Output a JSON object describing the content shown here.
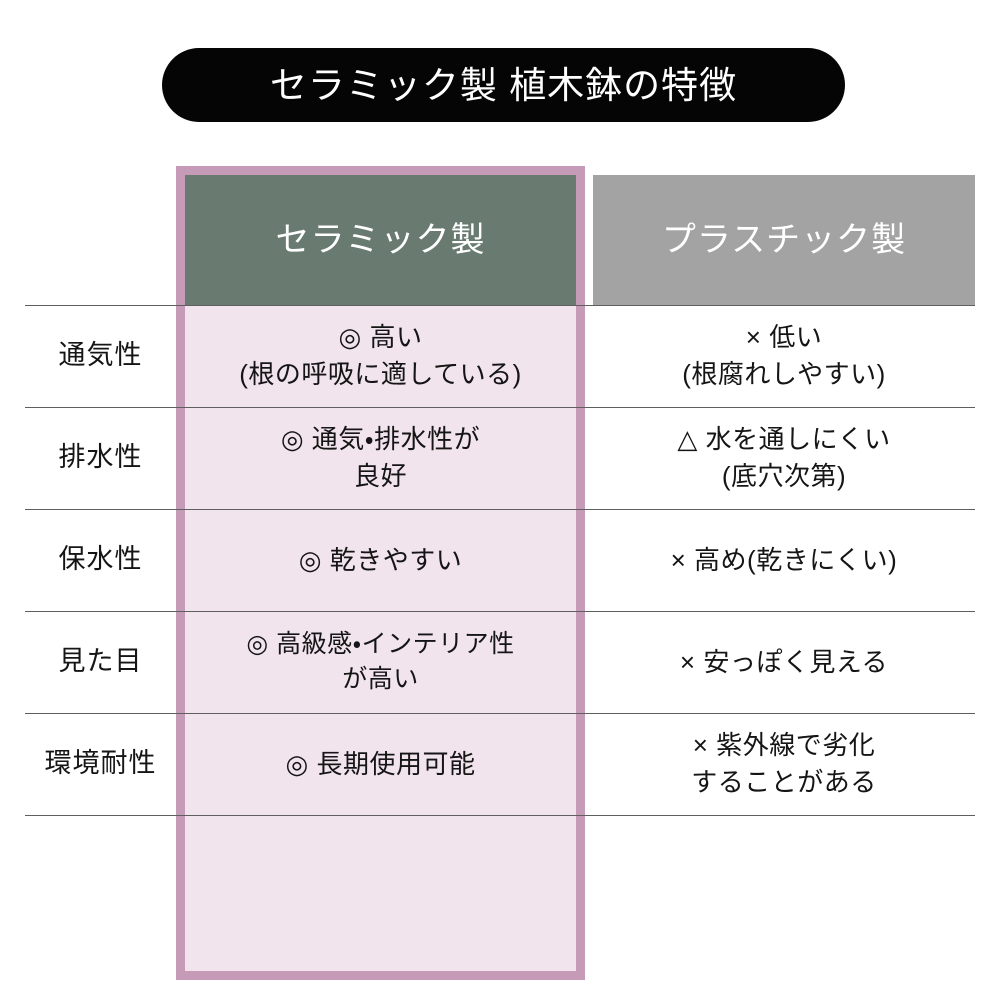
{
  "title": "セラミック製 植木鉢の特徴",
  "colors": {
    "title_pill_bg": "#050505",
    "title_text": "#ffffff",
    "highlight_border": "#c59bb7",
    "ceramic_header_bg": "#697a71",
    "plastic_header_bg": "#a3a3a3",
    "ceramic_cell_bg": "#f1e4ec",
    "row_line": "#5f5f5f",
    "text": "#151515"
  },
  "table": {
    "columns": [
      {
        "key": "attribute",
        "label": ""
      },
      {
        "key": "ceramic",
        "label": "セラミック製",
        "highlighted": true
      },
      {
        "key": "plastic",
        "label": "プラスチック製",
        "highlighted": false
      }
    ],
    "rows": [
      {
        "label": "通気性",
        "ceramic": {
          "mark": "◎",
          "lines": [
            "◎ 高い",
            "(根の呼吸に適している)"
          ]
        },
        "plastic": {
          "mark": "×",
          "lines": [
            "× 低い",
            "(根腐れしやすい)"
          ]
        }
      },
      {
        "label": "排水性",
        "ceramic": {
          "mark": "◎",
          "lines": [
            "◎ 通気・排水性が",
            "良好"
          ]
        },
        "plastic": {
          "mark": "△",
          "lines": [
            "△ 水を通しにくい",
            "(底穴次第)"
          ]
        }
      },
      {
        "label": "保水性",
        "ceramic": {
          "mark": "◎",
          "lines": [
            "◎ 乾きやすい"
          ]
        },
        "plastic": {
          "mark": "×",
          "lines": [
            "× 高め(乾きにくい)"
          ]
        }
      },
      {
        "label": "見た目",
        "ceramic": {
          "mark": "◎",
          "lines": [
            "◎ 高級感・インテリア性",
            "が高い"
          ]
        },
        "plastic": {
          "mark": "×",
          "lines": [
            "× 安っぽく見える"
          ]
        }
      },
      {
        "label": "環境耐性",
        "ceramic": {
          "mark": "◎",
          "lines": [
            "◎ 長期使用可能"
          ]
        },
        "plastic": {
          "mark": "×",
          "lines": [
            "× 紫外線で劣化",
            "することがある"
          ]
        }
      }
    ]
  }
}
